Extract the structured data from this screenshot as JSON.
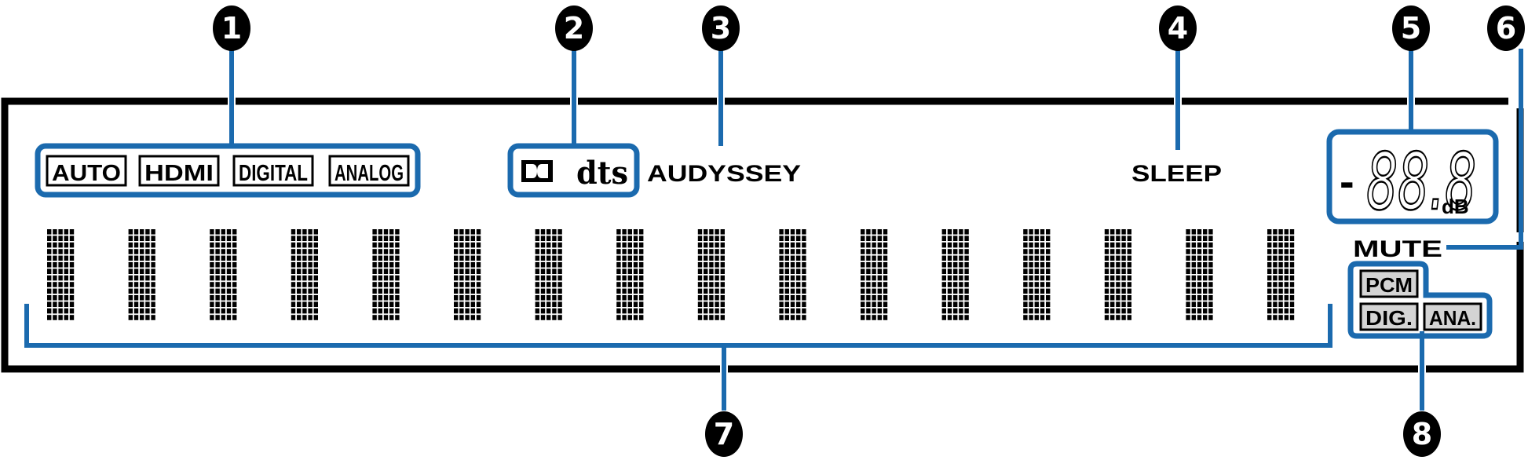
{
  "callouts": [
    "1",
    "2",
    "3",
    "4",
    "5",
    "6",
    "7",
    "8"
  ],
  "input_indicators": [
    "AUTO",
    "HDMI",
    "DIGITAL",
    "ANALOG"
  ],
  "decoder_indicators": {
    "dolby_logo": "DD",
    "dts_logo": "dts"
  },
  "audyssey_label": "AUDYSSEY",
  "sleep_label": "SLEEP",
  "volume_display": {
    "sign": "-",
    "digits": "88.8",
    "unit": "dB"
  },
  "mute_label": "MUTE",
  "signal_indicators": [
    "PCM",
    "DIG.",
    "ANA."
  ],
  "colors": {
    "callout_line": "#1b6aae",
    "callout_badge": "#000000",
    "frame": "#000000",
    "indicator_fill": "#d4d4d4"
  }
}
